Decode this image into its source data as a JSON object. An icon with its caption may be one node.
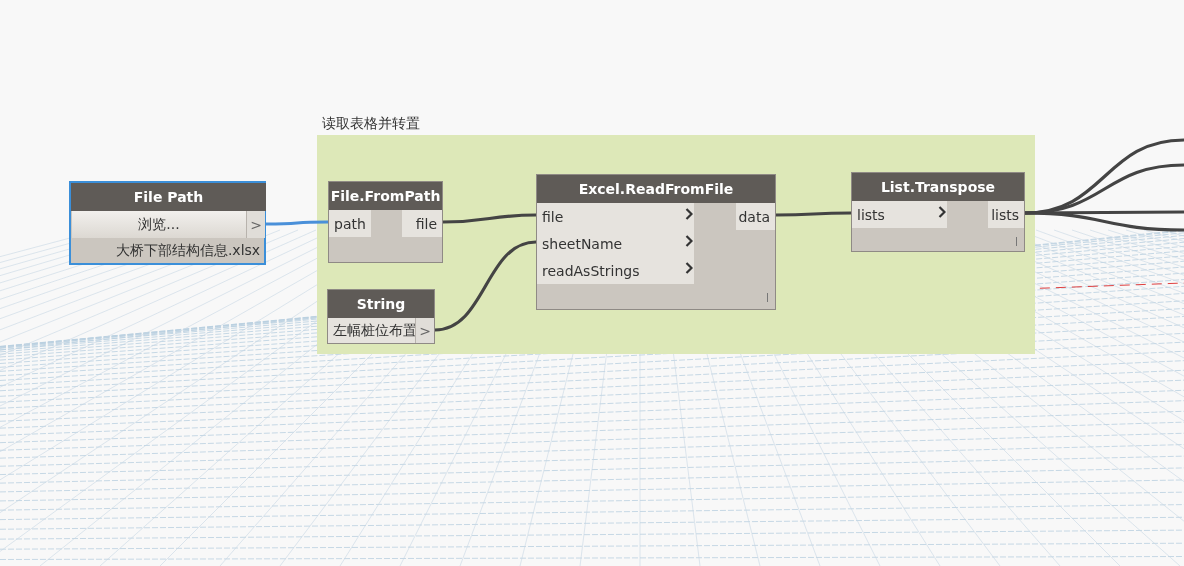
{
  "diagram": {
    "nodes": [
      {
        "text": [
          "读取表格并转置"
        ]
      },
      {
        "text": [
          "File Path",
          "浏览...",
          ">",
          "大桥下部结构信息.xlsx"
        ]
      },
      {
        "text": [
          "File.FromPath",
          "path",
          "file"
        ],
        "in": 0
      },
      {
        "text": [
          "String",
          "左幅桩位布置",
          ">"
        ],
        "in": 0
      },
      {
        "text": [
          "Excel.ReadFromFile",
          "file",
          "sheetName",
          "readAsStrings",
          "data"
        ],
        "in": 0
      },
      {
        "text": [
          "List.Transpose",
          "lists",
          "lists"
        ],
        "in": 0
      }
    ],
    "edges": [
      {
        "from": 1,
        "to": 2,
        "arrow": "none",
        "color": "#4a90d9"
      },
      {
        "from": 2,
        "to": 4,
        "arrow": "none"
      },
      {
        "from": 3,
        "to": 4,
        "arrow": "none"
      },
      {
        "from": 4,
        "to": 5,
        "arrow": "none"
      },
      {
        "from": 5,
        "to": null,
        "arrow": "none"
      },
      {
        "from": 5,
        "to": null,
        "arrow": "none"
      },
      {
        "from": 5,
        "to": null,
        "arrow": "none"
      },
      {
        "from": 5,
        "to": null,
        "arrow": "none"
      }
    ]
  }
}
